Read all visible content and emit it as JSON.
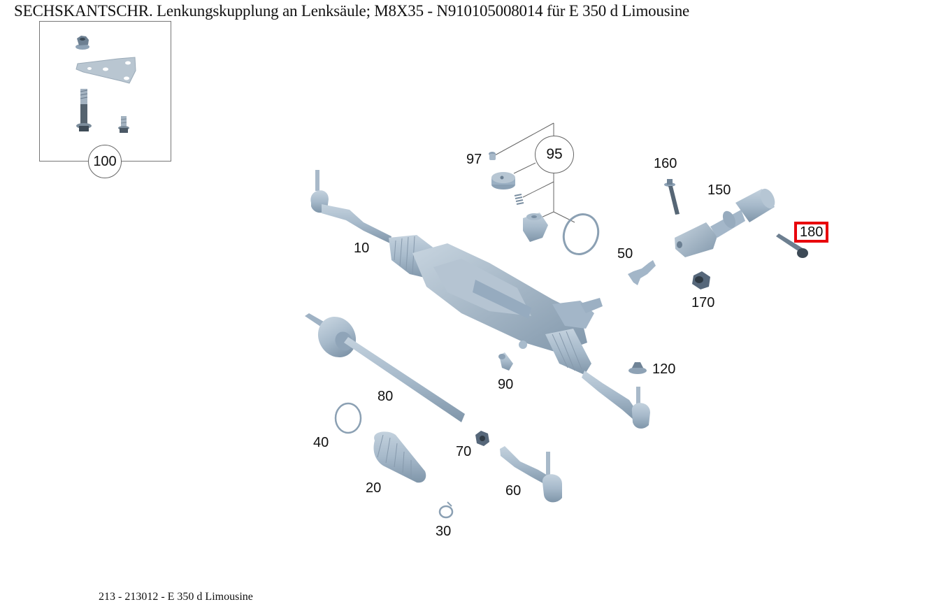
{
  "header": {
    "title": "SECHSKANTSCHR. Lenkungskupplung an Lenksäule; M8X35 - N910105008014 für E 350 d Limousine"
  },
  "footer": {
    "model_line": "213 - 213012 - E 350 d Limousine"
  },
  "inset": {
    "badge": "100",
    "parts": [
      "flange-nut",
      "mounting-plate",
      "long-bolt",
      "short-bolt"
    ]
  },
  "group": {
    "badge": "95"
  },
  "callouts": {
    "c10": "10",
    "c20": "20",
    "c30": "30",
    "c40": "40",
    "c50": "50",
    "c60": "60",
    "c70": "70",
    "c80": "80",
    "c90": "90",
    "c97": "97",
    "c120": "120",
    "c150": "150",
    "c160": "160",
    "c170": "170",
    "c180": "180"
  },
  "selection": {
    "selected_callout": "180",
    "highlight_color": "#e8000b"
  },
  "colors": {
    "part_fill": "#a9bccd",
    "part_shade": "#7f94a8",
    "part_dark": "#4b5b6b",
    "line": "#666666"
  }
}
